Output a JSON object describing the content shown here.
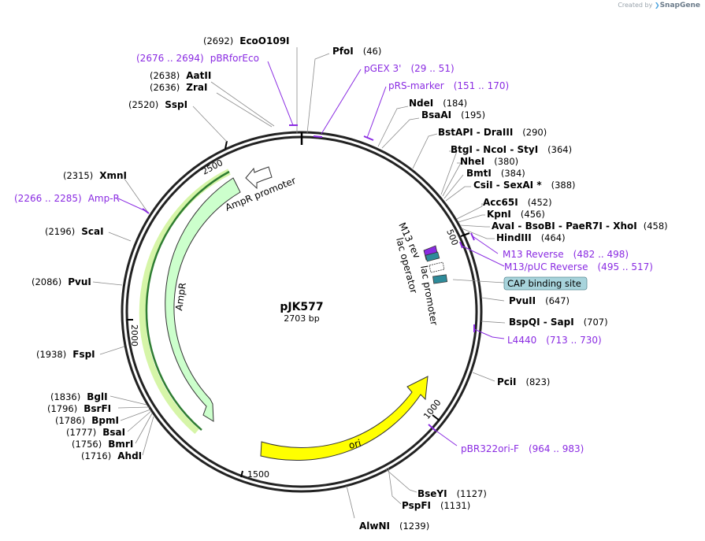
{
  "watermark": {
    "prefix": "Created by",
    "brand": "SnapGene"
  },
  "plasmid": {
    "name": "pJK577",
    "size": "2703 bp"
  },
  "ticks": [
    "500",
    "1000",
    "1500",
    "2000",
    "2500"
  ],
  "features": {
    "ampr": "AmpR",
    "ampr_promoter": "AmpR promoter",
    "ori": "ori",
    "m13_rev": "M13 rev",
    "lac_operator": "lac operator",
    "lac_promoter": "lac promoter",
    "cap_site": "CAP binding site"
  },
  "enzymes": [
    {
      "id": "ecoo109i",
      "name": "EcoO109I",
      "pos": "(2692)"
    },
    {
      "id": "pfoi",
      "name": "PfoI",
      "pos": "(46)"
    },
    {
      "id": "aatii",
      "name": "AatII",
      "pos": "(2638)"
    },
    {
      "id": "zrai",
      "name": "ZraI",
      "pos": "(2636)"
    },
    {
      "id": "sspi",
      "name": "SspI",
      "pos": "(2520)"
    },
    {
      "id": "ndei",
      "name": "NdeI",
      "pos": "(184)"
    },
    {
      "id": "bsaai",
      "name": "BsaAI",
      "pos": "(195)"
    },
    {
      "id": "bstapi",
      "name": "BstAPI",
      "name2": "DraIII",
      "pos": "(290)"
    },
    {
      "id": "btgi",
      "name": "BtgI",
      "name2": "NcoI",
      "name3": "StyI",
      "pos": "(364)"
    },
    {
      "id": "nhei",
      "name": "NheI",
      "pos": "(380)"
    },
    {
      "id": "bmti",
      "name": "BmtI",
      "pos": "(384)"
    },
    {
      "id": "csii",
      "name": "CsiI",
      "name2": "SexAI *",
      "pos": "(388)"
    },
    {
      "id": "xmni",
      "name": "XmnI",
      "pos": "(2315)"
    },
    {
      "id": "acc65i",
      "name": "Acc65I",
      "pos": "(452)"
    },
    {
      "id": "kpni",
      "name": "KpnI",
      "pos": "(456)"
    },
    {
      "id": "avai",
      "name": "AvaI",
      "name2": "BsoBI",
      "name3": "PaeR7I",
      "name4": "XhoI",
      "pos": "(458)"
    },
    {
      "id": "hindiii",
      "name": "HindIII",
      "pos": "(464)"
    },
    {
      "id": "scai",
      "name": "ScaI",
      "pos": "(2196)"
    },
    {
      "id": "pvui",
      "name": "PvuI",
      "pos": "(2086)"
    },
    {
      "id": "pvuii",
      "name": "PvuII",
      "pos": "(647)"
    },
    {
      "id": "bspqi",
      "name": "BspQI",
      "name2": "SapI",
      "pos": "(707)"
    },
    {
      "id": "fspi",
      "name": "FspI",
      "pos": "(1938)"
    },
    {
      "id": "pcii",
      "name": "PciI",
      "pos": "(823)"
    },
    {
      "id": "bgli",
      "name": "BglI",
      "pos": "(1836)"
    },
    {
      "id": "bsrfi",
      "name": "BsrFI",
      "pos": "(1796)"
    },
    {
      "id": "bpmi",
      "name": "BpmI",
      "pos": "(1786)"
    },
    {
      "id": "bsai",
      "name": "BsaI",
      "pos": "(1777)"
    },
    {
      "id": "bmri",
      "name": "BmrI",
      "pos": "(1756)"
    },
    {
      "id": "ahdi",
      "name": "AhdI",
      "pos": "(1716)"
    },
    {
      "id": "bseyi",
      "name": "BseYI",
      "pos": "(1127)"
    },
    {
      "id": "pspfi",
      "name": "PspFI",
      "pos": "(1131)"
    },
    {
      "id": "alwni",
      "name": "AlwNI",
      "pos": "(1239)"
    }
  ],
  "primers": [
    {
      "id": "pbrforeco",
      "name": "pBRforEco",
      "pos": "(2676 .. 2694)"
    },
    {
      "id": "pgex3",
      "name": "pGEX 3'",
      "pos": "(29 .. 51)"
    },
    {
      "id": "prsmarker",
      "name": "pRS-marker",
      "pos": "(151 .. 170)"
    },
    {
      "id": "ampr_primer",
      "name": "Amp-R",
      "pos": "(2266 .. 2285)"
    },
    {
      "id": "m13reverse",
      "name": "M13 Reverse",
      "pos": "(482 .. 498)"
    },
    {
      "id": "m13puc",
      "name": "M13/pUC Reverse",
      "pos": "(495 .. 517)"
    },
    {
      "id": "l4440",
      "name": "L4440",
      "pos": "(713 .. 730)"
    },
    {
      "id": "pbr322ori",
      "name": "pBR322ori-F",
      "pos": "(964 .. 983)"
    }
  ],
  "colors": {
    "ampr_fill": "#ccffcc",
    "ampr_stroke": "#2e7d32",
    "ori_fill": "#ffff00",
    "primer": "#8a2be2",
    "cap_fill": "#a8d4dc",
    "lac_fill": "#2e8b9a"
  }
}
